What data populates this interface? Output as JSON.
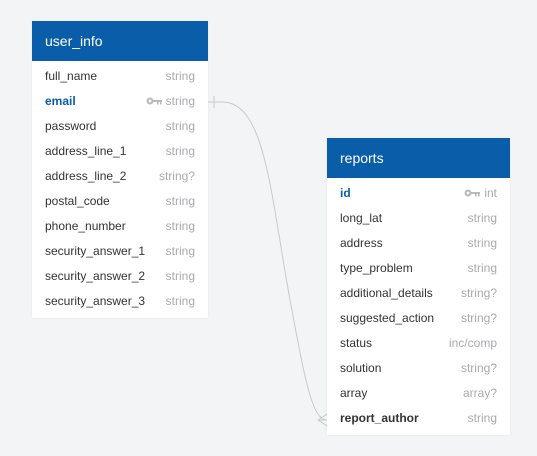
{
  "tables": {
    "user_info": {
      "title": "user_info",
      "fields": [
        {
          "name": "full_name",
          "type": "string"
        },
        {
          "name": "email",
          "type": "string"
        },
        {
          "name": "password",
          "type": "string"
        },
        {
          "name": "address_line_1",
          "type": "string"
        },
        {
          "name": "address_line_2",
          "type": "string?"
        },
        {
          "name": "postal_code",
          "type": "string"
        },
        {
          "name": "phone_number",
          "type": "string"
        },
        {
          "name": "security_answer_1",
          "type": "string"
        },
        {
          "name": "security_answer_2",
          "type": "string"
        },
        {
          "name": "security_answer_3",
          "type": "string"
        }
      ]
    },
    "reports": {
      "title": "reports",
      "fields": [
        {
          "name": "id",
          "type": "int"
        },
        {
          "name": "long_lat",
          "type": "string"
        },
        {
          "name": "address",
          "type": "string"
        },
        {
          "name": "type_problem",
          "type": "string"
        },
        {
          "name": "additional_details",
          "type": "string?"
        },
        {
          "name": "suggested_action",
          "type": "string?"
        },
        {
          "name": "status",
          "type": "inc/comp"
        },
        {
          "name": "solution",
          "type": "string?"
        },
        {
          "name": "array",
          "type": "array?"
        },
        {
          "name": "report_author",
          "type": "string"
        }
      ]
    }
  },
  "relationship": {
    "from": "user_info.email",
    "to": "reports.report_author",
    "from_end": "one",
    "to_end": "many"
  },
  "colors": {
    "header": "#0a5da8",
    "primary_key_text": "#0a5da8",
    "type_text": "#a8aaad",
    "field_text": "#333333",
    "background": "#f3f4f5",
    "connector": "#c8c9cb"
  },
  "icons": {
    "primary_key": "key-icon"
  }
}
